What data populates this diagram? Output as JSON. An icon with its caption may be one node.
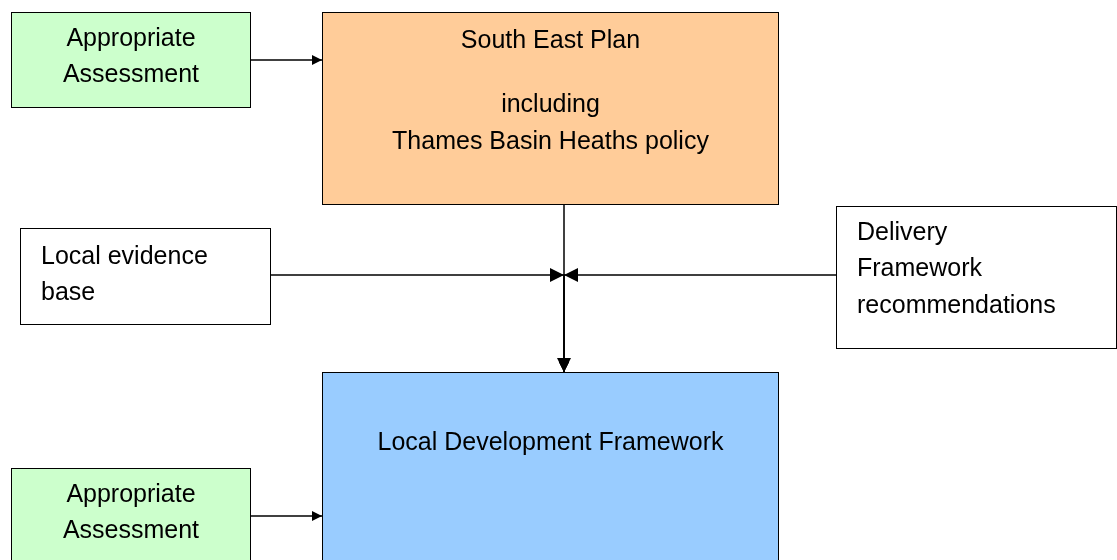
{
  "diagram": {
    "nodes": [
      {
        "text": [
          "Appropriate Assessment"
        ]
      },
      {
        "text": [
          "South East Plan",
          "including",
          "Thames Basin Heaths policy"
        ]
      },
      {
        "text": [
          "Local evidence base"
        ]
      },
      {
        "text": [
          "Delivery Framework recommendations"
        ]
      },
      {
        "text": [
          "Local Development Framework"
        ]
      },
      {
        "text": [
          "Appropriate Assessment"
        ]
      }
    ],
    "edges": [
      {
        "from": 0,
        "to": 1,
        "arrow": "to"
      },
      {
        "from": 1,
        "to": 4,
        "arrow": "to"
      },
      {
        "from": 2,
        "to": 4,
        "arrow": "to"
      },
      {
        "from": 3,
        "to": 4,
        "arrow": "to"
      },
      {
        "from": 5,
        "to": 4,
        "arrow": "to"
      }
    ]
  }
}
